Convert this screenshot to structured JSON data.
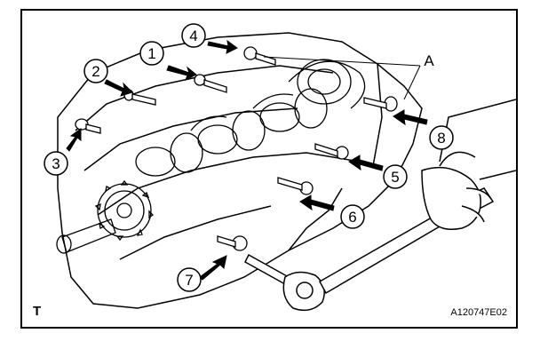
{
  "figure": {
    "corner_mark": "T",
    "code": "A120747E02"
  },
  "callouts": [
    {
      "label": "1"
    },
    {
      "label": "2"
    },
    {
      "label": "3"
    },
    {
      "label": "4"
    },
    {
      "label": "5"
    },
    {
      "label": "6"
    },
    {
      "label": "7"
    },
    {
      "label": "8"
    },
    {
      "label": "A"
    }
  ],
  "colors": {
    "line": "#000000",
    "background": "#ffffff"
  }
}
